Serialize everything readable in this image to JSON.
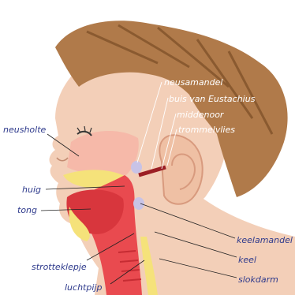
{
  "labels": {
    "neusamandel": "neusamandel",
    "buis": "buis van Eustachius",
    "middenoor": "middenoor",
    "trommelvlies": "trommelvlies",
    "neusholte": "neusholte",
    "huig": "huig",
    "tong": "tong",
    "keelamandel": "keelamandel",
    "keel": "keel",
    "strotteklepje": "strotteklepje",
    "luchtpijp": "luchtpijp",
    "slokdarm": "slokdarm"
  },
  "colors": {
    "hair": "#b07a4a",
    "skin": "#f3cfb8",
    "throat": "#e94a4f",
    "palate": "#f5e27a",
    "label_dark": "#2e3a8c",
    "label_light": "#ffffff"
  }
}
